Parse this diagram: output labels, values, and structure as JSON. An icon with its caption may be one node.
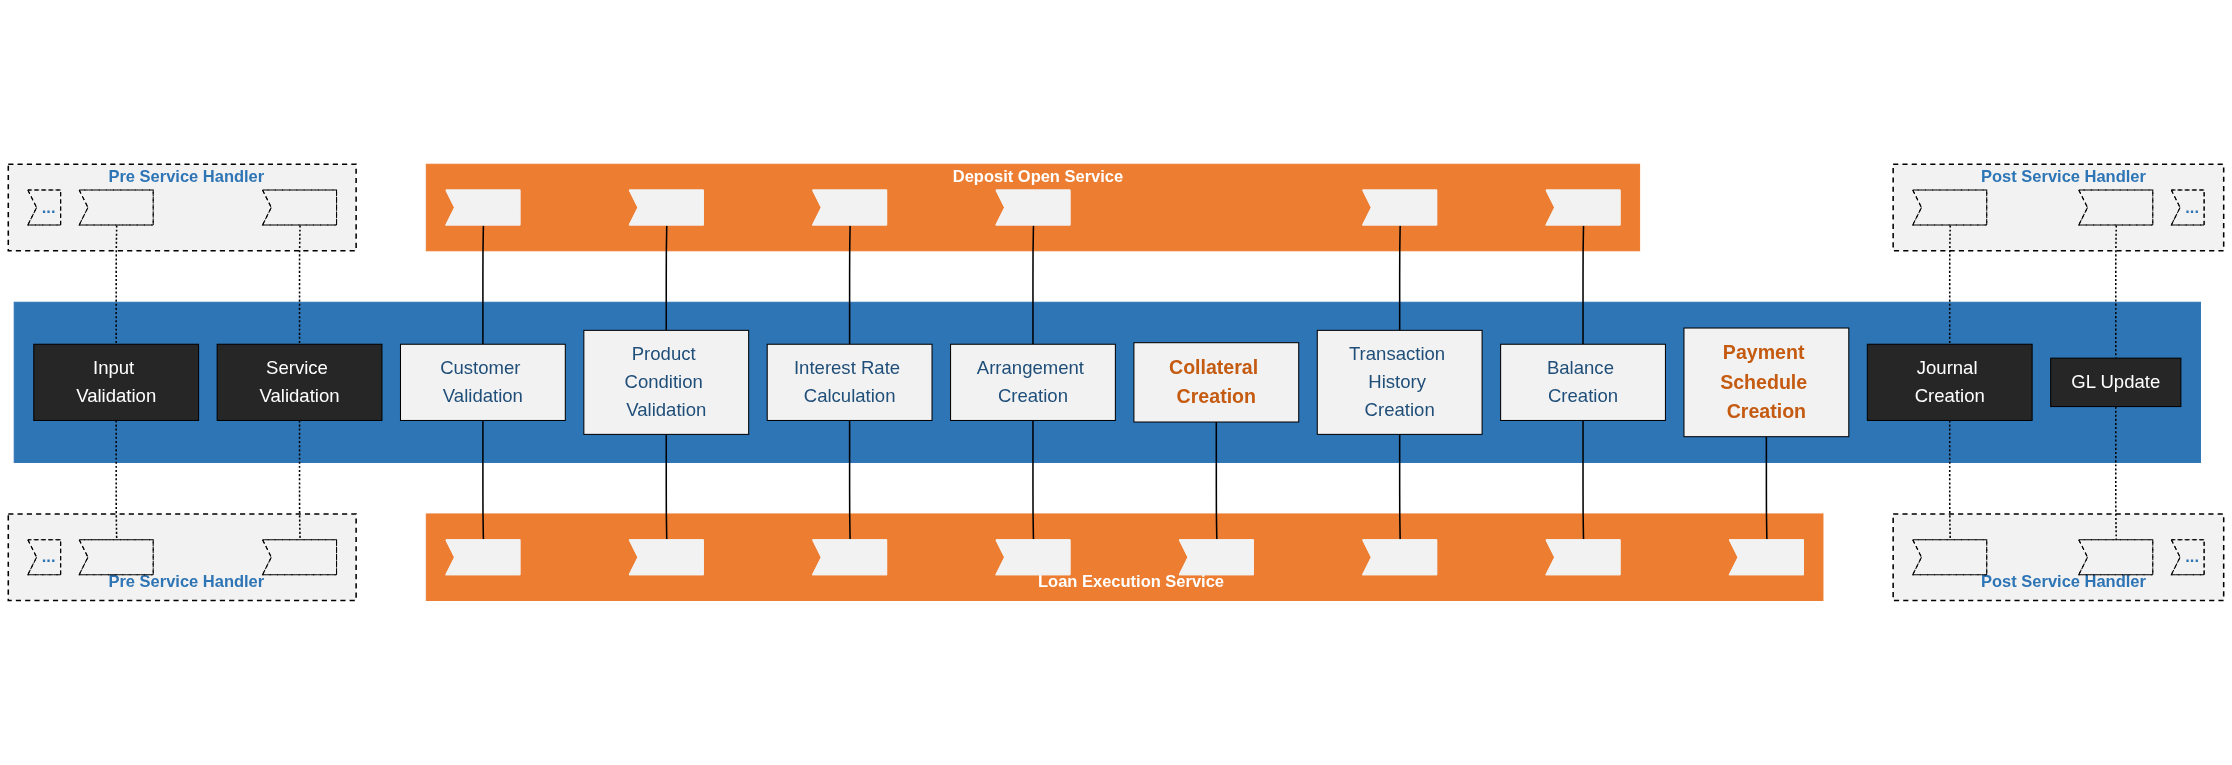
{
  "diagram": {
    "nodes": [
      {
        "text": [
          "Pre Service Handler"
        ]
      },
      {
        "text": [
          "..."
        ],
        "in": 0
      },
      {
        "text": [],
        "shape": "pentagon",
        "in": 0
      },
      {
        "text": [],
        "shape": "pentagon",
        "in": 0
      },
      {
        "text": [
          "Deposit Open Service"
        ]
      },
      {
        "text": [],
        "shape": "pentagon",
        "in": 4
      },
      {
        "text": [],
        "shape": "pentagon",
        "in": 4
      },
      {
        "text": [],
        "shape": "pentagon",
        "in": 4
      },
      {
        "text": [],
        "shape": "pentagon",
        "in": 4
      },
      {
        "text": [],
        "shape": "pentagon",
        "in": 4
      },
      {
        "text": [],
        "shape": "pentagon",
        "in": 4
      },
      {
        "text": [
          "Post Service Handler"
        ]
      },
      {
        "text": [],
        "shape": "pentagon",
        "in": 11
      },
      {
        "text": [],
        "shape": "pentagon",
        "in": 11
      },
      {
        "text": [
          "..."
        ],
        "in": 11
      },
      {
        "text": [],
        "shape": "bar"
      },
      {
        "text": [
          "Input Validation"
        ],
        "in": 15
      },
      {
        "text": [
          "Service Validation"
        ],
        "in": 15
      },
      {
        "text": [
          "Customer Validation"
        ],
        "in": 15
      },
      {
        "text": [
          "Product Condition Validation"
        ],
        "in": 15
      },
      {
        "text": [
          "Interest Rate Calculation"
        ],
        "in": 15
      },
      {
        "text": [
          "Arrangement Creation"
        ],
        "in": 15
      },
      {
        "text": [
          "Collateral Creation"
        ],
        "in": 15
      },
      {
        "text": [
          "Transaction History Creation"
        ],
        "in": 15
      },
      {
        "text": [
          "Balance Creation"
        ],
        "in": 15
      },
      {
        "text": [
          "Payment Schedule Creation"
        ],
        "in": 15
      },
      {
        "text": [
          "Journal Creation"
        ],
        "in": 15
      },
      {
        "text": [
          "GL Update"
        ],
        "in": 15
      },
      {
        "text": [
          "Pre Service Handler"
        ]
      },
      {
        "text": [
          "..."
        ],
        "in": 28
      },
      {
        "text": [],
        "shape": "pentagon",
        "in": 28
      },
      {
        "text": [],
        "shape": "pentagon",
        "in": 28
      },
      {
        "text": [
          "Loan Execution Service"
        ]
      },
      {
        "text": [],
        "shape": "pentagon",
        "in": 32
      },
      {
        "text": [],
        "shape": "pentagon",
        "in": 32
      },
      {
        "text": [],
        "shape": "pentagon",
        "in": 32
      },
      {
        "text": [],
        "shape": "pentagon",
        "in": 32
      },
      {
        "text": [],
        "shape": "pentagon",
        "in": 32
      },
      {
        "text": [],
        "shape": "pentagon",
        "in": 32
      },
      {
        "text": [],
        "shape": "pentagon",
        "in": 32
      },
      {
        "text": [],
        "shape": "pentagon",
        "in": 32
      },
      {
        "text": [
          "Post Service Handler"
        ]
      },
      {
        "text": [],
        "shape": "pentagon",
        "in": 41
      },
      {
        "text": [],
        "shape": "pentagon",
        "in": 41
      },
      {
        "text": [
          "..."
        ],
        "in": 41
      }
    ],
    "edges": [
      {
        "from": 2,
        "to": 16,
        "arrow": "none",
        "style": "dashed"
      },
      {
        "from": 3,
        "to": 17,
        "arrow": "none",
        "style": "dashed"
      },
      {
        "from": 5,
        "to": 18,
        "arrow": "none"
      },
      {
        "from": 6,
        "to": 19,
        "arrow": "none"
      },
      {
        "from": 7,
        "to": 20,
        "arrow": "none"
      },
      {
        "from": 8,
        "to": 21,
        "arrow": "none"
      },
      {
        "from": 9,
        "to": 23,
        "arrow": "none"
      },
      {
        "from": 10,
        "to": 24,
        "arrow": "none"
      },
      {
        "from": 12,
        "to": 26,
        "arrow": "none",
        "style": "dashed"
      },
      {
        "from": 13,
        "to": 27,
        "arrow": "none",
        "style": "dashed"
      },
      {
        "from": 16,
        "to": 30,
        "arrow": "none",
        "style": "dashed"
      },
      {
        "from": 17,
        "to": 31,
        "arrow": "none",
        "style": "dashed"
      },
      {
        "from": 18,
        "to": 33,
        "arrow": "none"
      },
      {
        "from": 19,
        "to": 34,
        "arrow": "none"
      },
      {
        "from": 20,
        "to": 35,
        "arrow": "none"
      },
      {
        "from": 21,
        "to": 36,
        "arrow": "none"
      },
      {
        "from": 22,
        "to": 37,
        "arrow": "none"
      },
      {
        "from": 23,
        "to": 38,
        "arrow": "none"
      },
      {
        "from": 24,
        "to": 39,
        "arrow": "none"
      },
      {
        "from": 25,
        "to": 40,
        "arrow": "none"
      },
      {
        "from": 26,
        "to": 42,
        "arrow": "none",
        "style": "dashed"
      },
      {
        "from": 27,
        "to": 43,
        "arrow": "none",
        "style": "dashed"
      }
    ]
  }
}
